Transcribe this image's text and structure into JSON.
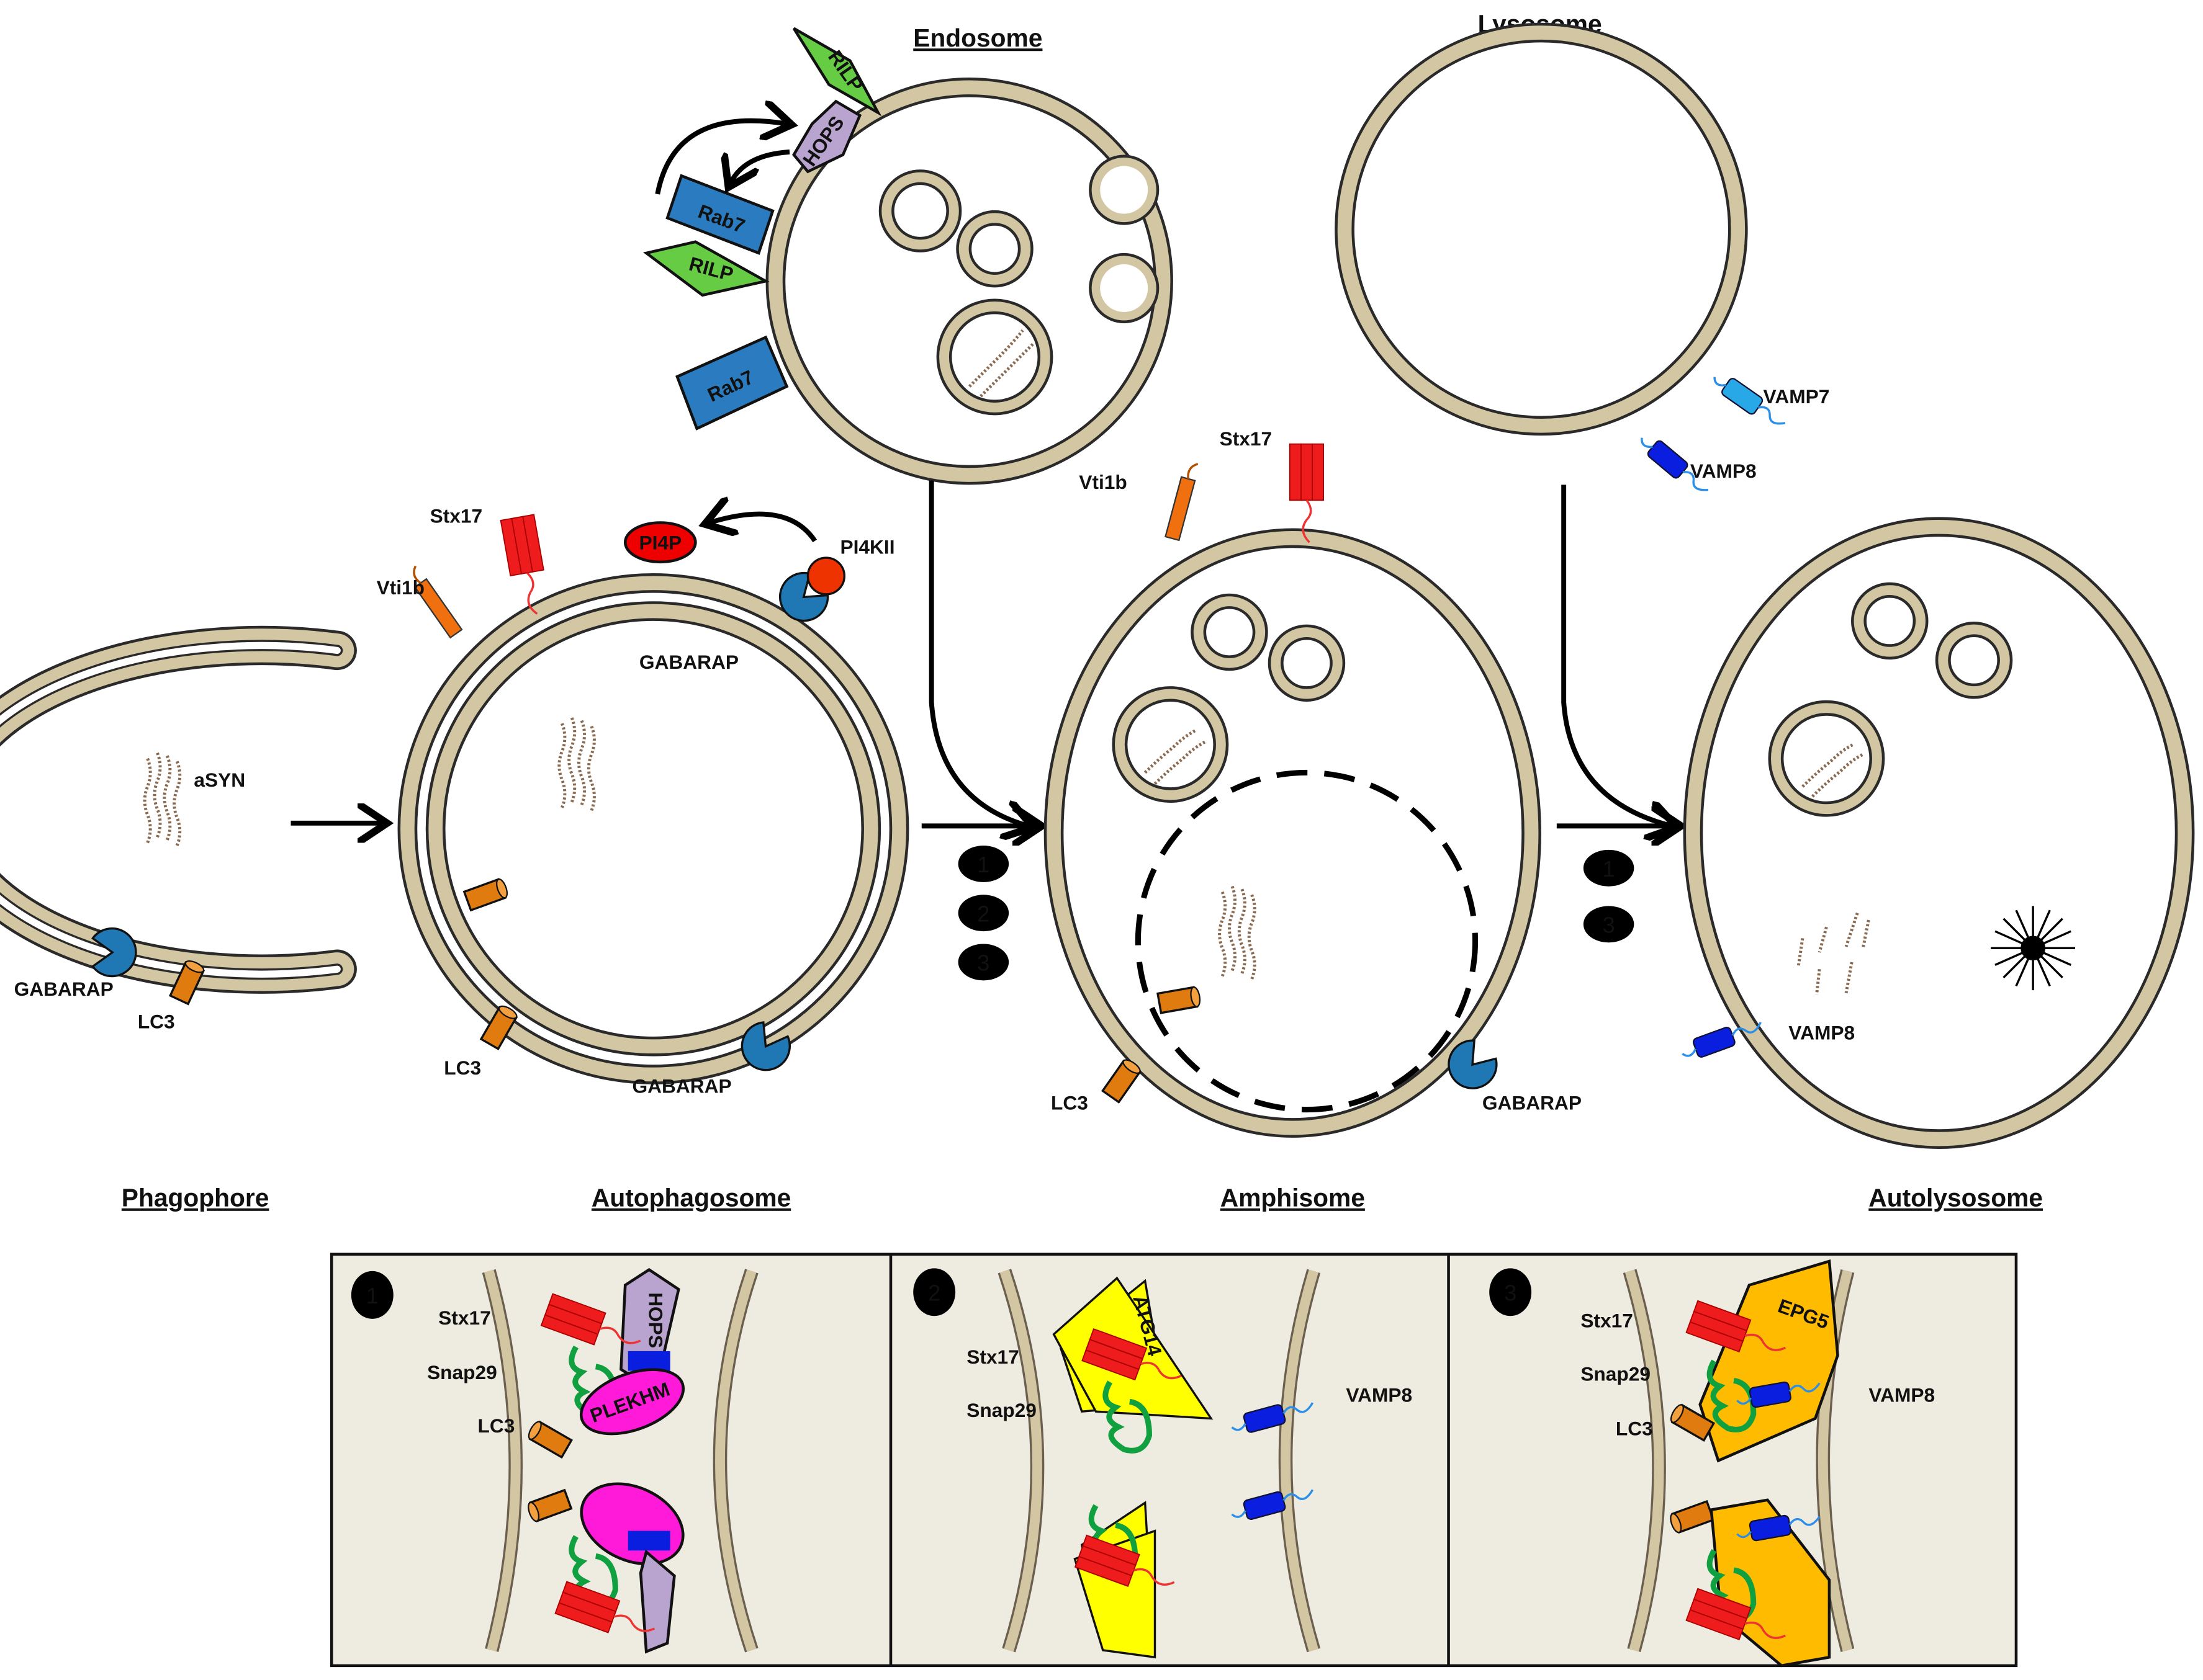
{
  "titles": {
    "endosome": "Endosome",
    "lysosome": "Lysosome",
    "phagophore": "Phagophore",
    "autophagosome": "Autophagosome",
    "amphisome": "Amphisome",
    "autolysosome": "Autolysosome"
  },
  "proteins": {
    "rilp": "RILP",
    "hops": "HOPS",
    "rab7": "Rab7",
    "vamp7": "VAMP7",
    "vamp8": "VAMP8",
    "stx17": "Stx17",
    "vti1b": "Vti1b",
    "pi4p": "PI4P",
    "pi4kii": "PI4KII",
    "gabarap": "GABARAP",
    "lc3": "LC3",
    "asyn": "aSYN",
    "snap29": "Snap29",
    "plekhm": "PLEKHM",
    "atg14": "ATG14",
    "epg5": "EPG5"
  },
  "steps": [
    "1",
    "2",
    "3"
  ],
  "colors": {
    "membrane": "#d3c6a2",
    "rilp": "#66cc44",
    "hops": "#b9a3cf",
    "rab7": "#2a7bbf",
    "stx17": "#ee1c1c",
    "vti1b": "#f07010",
    "vamp8": "#0a1ee0",
    "vamp7": "#29a8e8",
    "gabarap": "#1f77b4",
    "plekhm": "#ff1ad9",
    "atg14": "#ffff00",
    "epg5": "#ffbb00",
    "panel_bg": "#eeebe0"
  }
}
